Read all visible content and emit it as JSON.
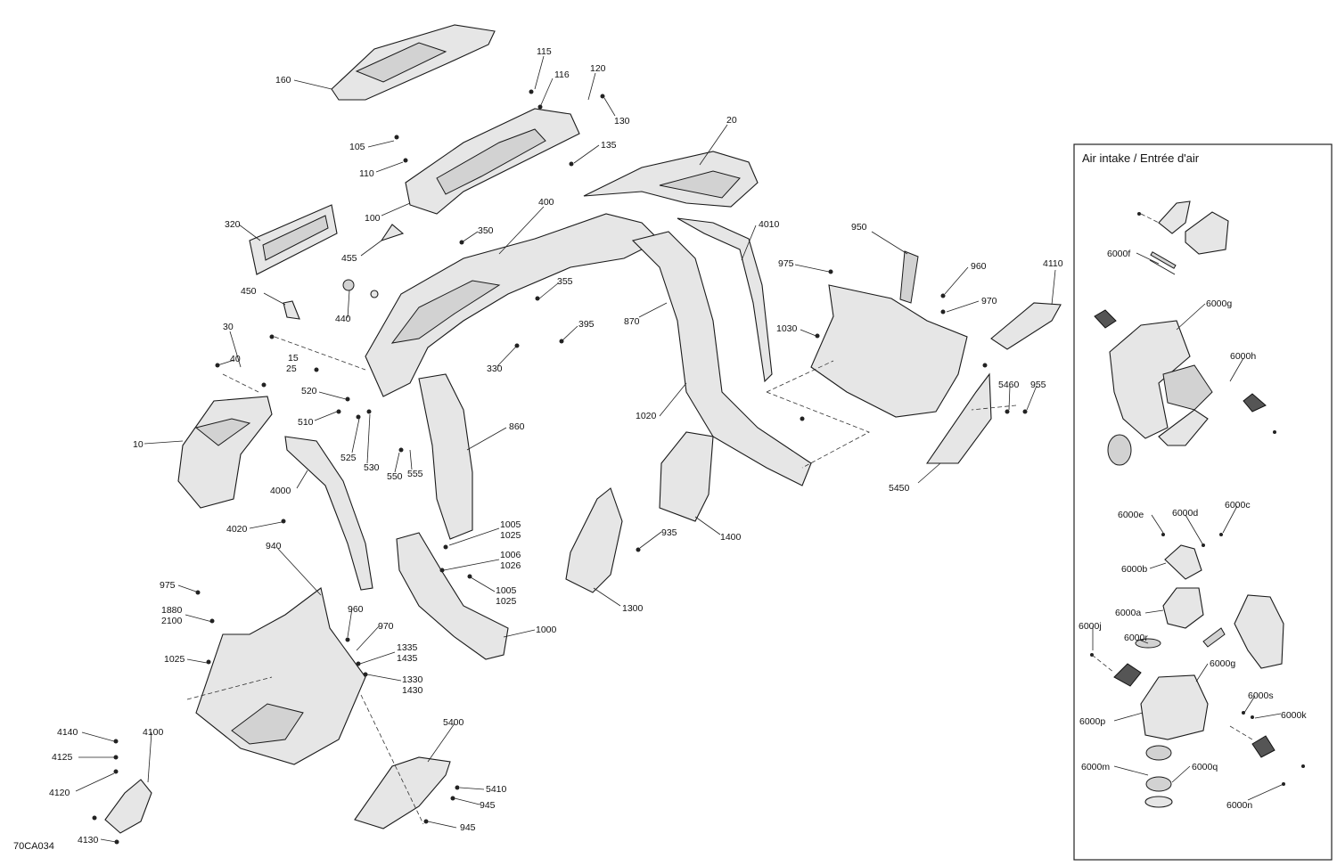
{
  "inset": {
    "title": "Air intake  /  Entrée d'air"
  },
  "figure_code": "70CA034",
  "callouts": [
    {
      "id": "c160",
      "text": "160"
    },
    {
      "id": "c115",
      "text": "115"
    },
    {
      "id": "c116",
      "text": "116"
    },
    {
      "id": "c120",
      "text": "120"
    },
    {
      "id": "c130",
      "text": "130"
    },
    {
      "id": "c135",
      "text": "135"
    },
    {
      "id": "c105",
      "text": "105"
    },
    {
      "id": "c110",
      "text": "110"
    },
    {
      "id": "c100",
      "text": "100"
    },
    {
      "id": "c20",
      "text": "20"
    },
    {
      "id": "c400",
      "text": "400"
    },
    {
      "id": "c320",
      "text": "320"
    },
    {
      "id": "c350",
      "text": "350"
    },
    {
      "id": "c455",
      "text": "455"
    },
    {
      "id": "c4010",
      "text": "4010"
    },
    {
      "id": "c950",
      "text": "950"
    },
    {
      "id": "c975a",
      "text": "975"
    },
    {
      "id": "c960a",
      "text": "960"
    },
    {
      "id": "c970a",
      "text": "970"
    },
    {
      "id": "c4110",
      "text": "4110"
    },
    {
      "id": "c450",
      "text": "450"
    },
    {
      "id": "c440",
      "text": "440"
    },
    {
      "id": "c355",
      "text": "355"
    },
    {
      "id": "c870",
      "text": "870"
    },
    {
      "id": "c1030",
      "text": "1030"
    },
    {
      "id": "c30",
      "text": "30"
    },
    {
      "id": "c40",
      "text": "40"
    },
    {
      "id": "c15",
      "text": "15"
    },
    {
      "id": "c25",
      "text": "25"
    },
    {
      "id": "c395",
      "text": "395"
    },
    {
      "id": "c330",
      "text": "330"
    },
    {
      "id": "c5460",
      "text": "5460"
    },
    {
      "id": "c955",
      "text": "955"
    },
    {
      "id": "c520",
      "text": "520"
    },
    {
      "id": "c510",
      "text": "510"
    },
    {
      "id": "c10",
      "text": "10"
    },
    {
      "id": "c1020",
      "text": "1020"
    },
    {
      "id": "c860",
      "text": "860"
    },
    {
      "id": "c525",
      "text": "525"
    },
    {
      "id": "c530",
      "text": "530"
    },
    {
      "id": "c550",
      "text": "550"
    },
    {
      "id": "c555",
      "text": "555"
    },
    {
      "id": "c5450",
      "text": "5450"
    },
    {
      "id": "c4000",
      "text": "4000"
    },
    {
      "id": "c4020",
      "text": "4020"
    },
    {
      "id": "c1005a",
      "text": "1005"
    },
    {
      "id": "c1025a",
      "text": "1025"
    },
    {
      "id": "c935",
      "text": "935"
    },
    {
      "id": "c1400",
      "text": "1400"
    },
    {
      "id": "c940",
      "text": "940"
    },
    {
      "id": "c1006",
      "text": "1006"
    },
    {
      "id": "c1026",
      "text": "1026"
    },
    {
      "id": "c1005b",
      "text": "1005"
    },
    {
      "id": "c1025b",
      "text": "1025"
    },
    {
      "id": "c975b",
      "text": "975"
    },
    {
      "id": "c1880",
      "text": "1880"
    },
    {
      "id": "c2100",
      "text": "2100"
    },
    {
      "id": "c960b",
      "text": "960"
    },
    {
      "id": "c1300",
      "text": "1300"
    },
    {
      "id": "c970b",
      "text": "970"
    },
    {
      "id": "c1000",
      "text": "1000"
    },
    {
      "id": "c1335",
      "text": "1335"
    },
    {
      "id": "c1435",
      "text": "1435"
    },
    {
      "id": "c1025c",
      "text": "1025"
    },
    {
      "id": "c1330",
      "text": "1330"
    },
    {
      "id": "c1430",
      "text": "1430"
    },
    {
      "id": "c5400",
      "text": "5400"
    },
    {
      "id": "c4140",
      "text": "4140"
    },
    {
      "id": "c4100",
      "text": "4100"
    },
    {
      "id": "c4125",
      "text": "4125"
    },
    {
      "id": "c4120",
      "text": "4120"
    },
    {
      "id": "c5410",
      "text": "5410"
    },
    {
      "id": "c945a",
      "text": "945"
    },
    {
      "id": "c945b",
      "text": "945"
    },
    {
      "id": "c4130",
      "text": "4130"
    },
    {
      "id": "c6000f",
      "text": "6000f"
    },
    {
      "id": "c6000g",
      "text": "6000g"
    },
    {
      "id": "c6000h",
      "text": "6000h"
    },
    {
      "id": "c6000e",
      "text": "6000e"
    },
    {
      "id": "c6000d",
      "text": "6000d"
    },
    {
      "id": "c6000c",
      "text": "6000c"
    },
    {
      "id": "c6000b",
      "text": "6000b"
    },
    {
      "id": "c6000a",
      "text": "6000a"
    },
    {
      "id": "c6000j",
      "text": "6000j"
    },
    {
      "id": "c6000r",
      "text": "6000r"
    },
    {
      "id": "c6000g2",
      "text": "6000g"
    },
    {
      "id": "c6000s",
      "text": "6000s"
    },
    {
      "id": "c6000p",
      "text": "6000p"
    },
    {
      "id": "c6000k",
      "text": "6000k"
    },
    {
      "id": "c6000m",
      "text": "6000m"
    },
    {
      "id": "c6000q",
      "text": "6000q"
    },
    {
      "id": "c6000n",
      "text": "6000n"
    }
  ]
}
